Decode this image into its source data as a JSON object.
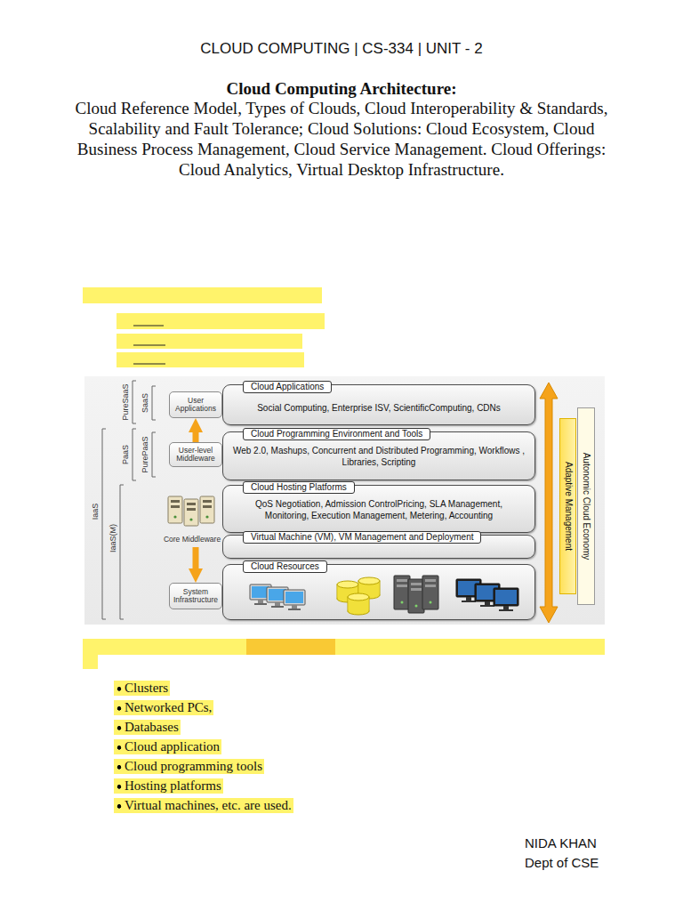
{
  "diagram": {
    "title": "CLOUD COMPUTING | CS-334 | UNIT - 2",
    "nodes": [
      {
        "text": [
          "User Applications"
        ]
      },
      {
        "text": [
          "Cloud Applications",
          "Social Computing, Enterprise ISV, ScientificComputing, CDNs"
        ]
      },
      {
        "text": [
          "User-level Middleware"
        ]
      },
      {
        "text": [
          "Cloud Programming Environment and Tools",
          "Web 2.0, Mashups, Concurrent and Distributed Programming, Workflows , Libraries, Scripting"
        ]
      },
      {
        "text": [
          "Core Middleware"
        ]
      },
      {
        "text": [
          "Cloud Hosting Platforms",
          "QoS Negotiation, Admission ControlPricing, SLA Management, Monitoring, Execution Management, Metering, Accounting"
        ]
      },
      {
        "text": [
          "Virtual Machine (VM), VM Management and Deployment"
        ]
      },
      {
        "text": [
          "System Infrastructure"
        ]
      },
      {
        "text": [
          "Cloud Resources"
        ]
      },
      {
        "text": [
          "Adaptive Management"
        ]
      },
      {
        "text": [
          "Autonomic Cloud Economy"
        ]
      }
    ],
    "edges": [
      {
        "from": 2,
        "to": 0,
        "arrow": "to"
      },
      {
        "from": 4,
        "to": 7,
        "arrow": "to"
      }
    ],
    "labels": [
      "Cloud Computing Architecture:",
      "Cloud Reference Model, Types of Clouds, Cloud Interoperability & Standards, Scalability and Fault Tolerance; Cloud Solutions: Cloud Ecosystem, Cloud Business Process Management, Cloud Service Management. Cloud Offerings: Cloud Analytics, Virtual Desktop Infrastructure.",
      "PureSaaS",
      "SaaS",
      "PaaS",
      "PurePaaS",
      "IaaS",
      "IaaS(M)",
      "Clusters",
      "Networked PCs,",
      "Databases",
      "Cloud application",
      "Cloud programming tools",
      "Hosting platforms",
      "Virtual machines, etc. are used.",
      "NIDA KHAN",
      "Dept of CSE"
    ]
  }
}
